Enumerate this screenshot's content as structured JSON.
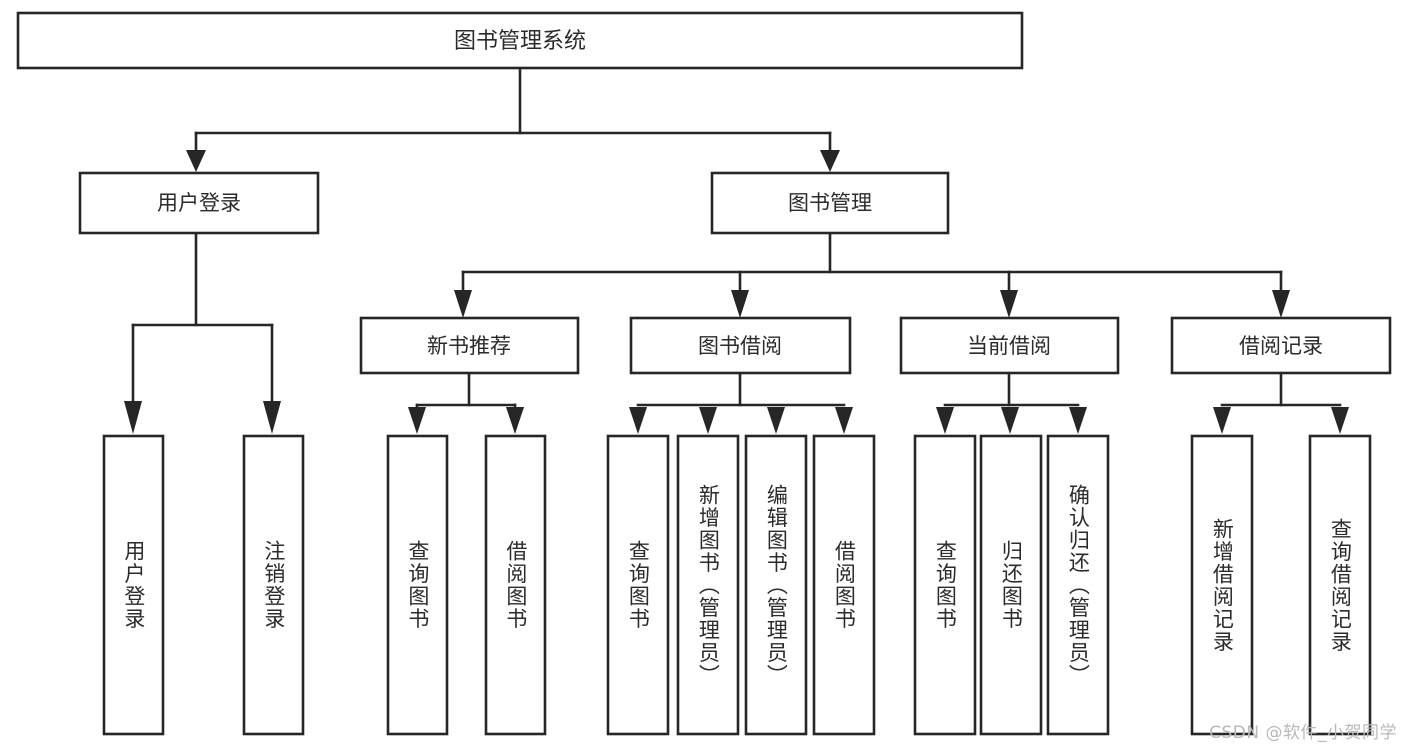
{
  "diagram": {
    "title": "图书管理系统",
    "watermark": "CSDN @软件_小贺同学",
    "colors": {
      "stroke": "#262626",
      "box_fill": "#ffffff",
      "text": "#2b2b2b",
      "background": "#ffffff",
      "watermark": "#b9b9b9"
    },
    "root": {
      "label": "图书管理系统"
    },
    "level2": [
      {
        "label": "用户登录"
      },
      {
        "label": "图书管理"
      }
    ],
    "level3": [
      {
        "label": "新书推荐"
      },
      {
        "label": "图书借阅"
      },
      {
        "label": "当前借阅"
      },
      {
        "label": "借阅记录"
      }
    ],
    "leaves": {
      "user_login": [
        {
          "label": "用户登录"
        },
        {
          "label": "注销登录"
        }
      ],
      "new_book_recommend": [
        {
          "label": "查询图书"
        },
        {
          "label": "借阅图书"
        }
      ],
      "book_borrow": [
        {
          "label": "查询图书"
        },
        {
          "label": "新增图书（管理员）"
        },
        {
          "label": "编辑图书（管理员）"
        },
        {
          "label": "借阅图书"
        }
      ],
      "current_borrow": [
        {
          "label": "查询图书"
        },
        {
          "label": "归还图书"
        },
        {
          "label": "确认归还（管理员）"
        }
      ],
      "borrow_records": [
        {
          "label": "新增借阅记录"
        },
        {
          "label": "查询借阅记录"
        }
      ]
    }
  }
}
